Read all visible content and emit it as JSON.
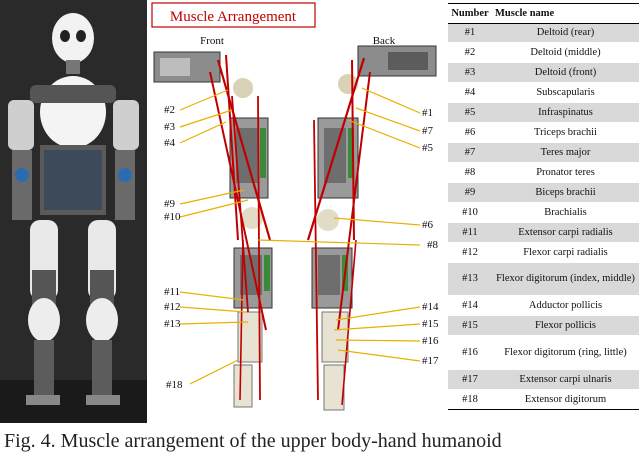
{
  "figure": {
    "title": "Muscle Arrangement",
    "view_front": "Front",
    "view_back": "Back",
    "front_labels": [
      "#2",
      "#3",
      "#4",
      "#9",
      "#10",
      "#11",
      "#12",
      "#13",
      "#18"
    ],
    "back_labels": [
      "#1",
      "#7",
      "#5",
      "#6",
      "#8",
      "#14",
      "#15",
      "#16",
      "#17"
    ]
  },
  "table": {
    "headers": [
      "Number",
      "Muscle name"
    ],
    "rows": [
      {
        "num": "#1",
        "name": "Deltoid (rear)"
      },
      {
        "num": "#2",
        "name": "Deltoid (middle)"
      },
      {
        "num": "#3",
        "name": "Deltoid (front)"
      },
      {
        "num": "#4",
        "name": "Subscapularis"
      },
      {
        "num": "#5",
        "name": "Infraspinatus"
      },
      {
        "num": "#6",
        "name": "Triceps brachii"
      },
      {
        "num": "#7",
        "name": "Teres major"
      },
      {
        "num": "#8",
        "name": "Pronator teres"
      },
      {
        "num": "#9",
        "name": "Biceps brachii"
      },
      {
        "num": "#10",
        "name": "Brachialis"
      },
      {
        "num": "#11",
        "name": "Extensor carpi radialis"
      },
      {
        "num": "#12",
        "name": "Flexor carpi radialis"
      },
      {
        "num": "#13",
        "name": "Flexor digitorum (index, middle)"
      },
      {
        "num": "#14",
        "name": "Adductor pollicis"
      },
      {
        "num": "#15",
        "name": "Flexor pollicis"
      },
      {
        "num": "#16",
        "name": "Flexor digitorum (ring, little)"
      },
      {
        "num": "#17",
        "name": "Extensor carpi ulnaris"
      },
      {
        "num": "#18",
        "name": "Extensor digitorum"
      }
    ]
  },
  "caption": "Fig. 4. Muscle arrangement of the upper body-hand humanoid"
}
